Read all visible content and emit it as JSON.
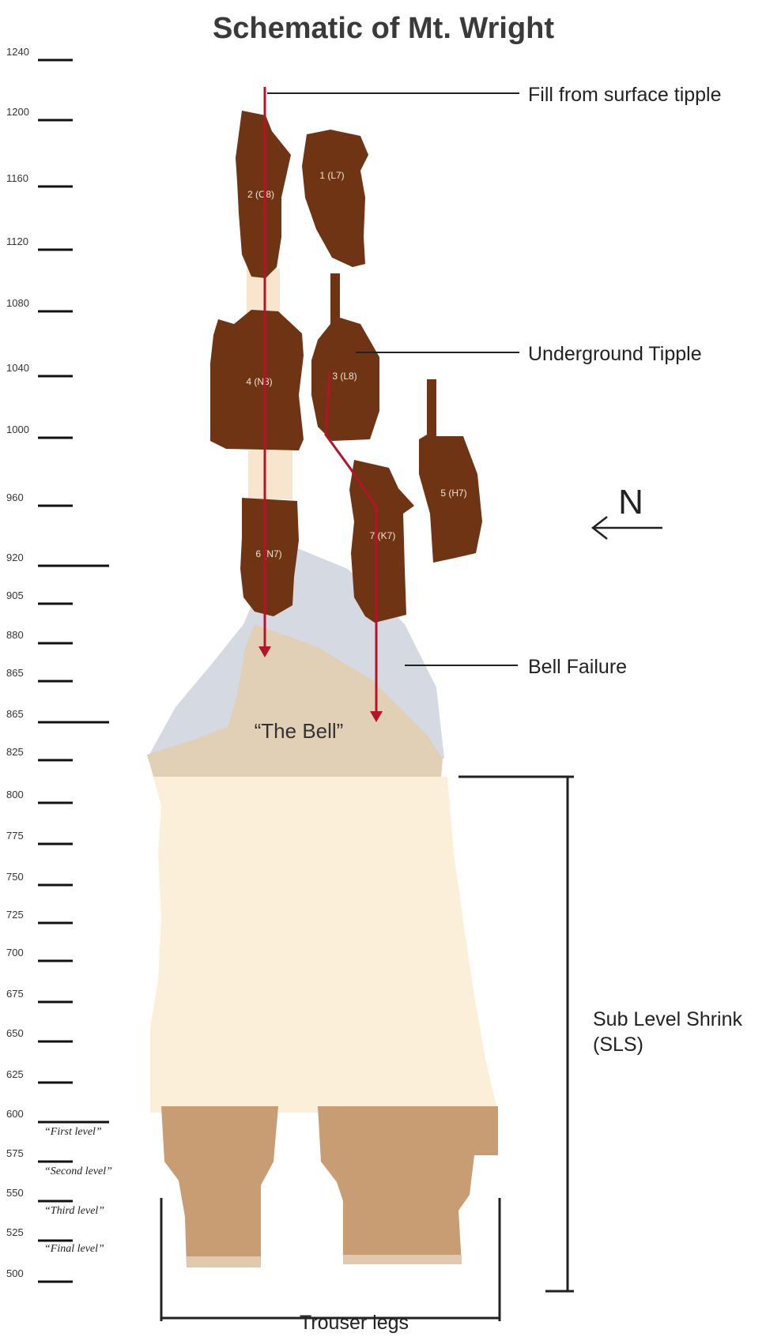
{
  "title": "Schematic of Mt. Wright",
  "elevation_labels": [
    "1240",
    "1200",
    "1160",
    "1120",
    "1080",
    "1040",
    "1000",
    "960",
    "920",
    "905",
    "880",
    "865",
    "865",
    "825",
    "800",
    "775",
    "750",
    "725",
    "700",
    "675",
    "650",
    "625",
    "600",
    "575",
    "550",
    "525",
    "500"
  ],
  "stopes": {
    "s1": "1 (L7)",
    "s2": "2 (O8)",
    "s3": "3 (L8)",
    "s4": "4 (N8)",
    "s5": "5 (H7)",
    "s6": "6 (N7)",
    "s7": "7 (K7)"
  },
  "callouts": {
    "fill": "Fill from surface tipple",
    "underground": "Underground Tipple",
    "bell_failure": "Bell Failure",
    "sls_line1": "Sub Level Shrink",
    "sls_line2": "(SLS)",
    "trouser": "Trouser legs"
  },
  "bell_label": "“The Bell”",
  "north": "N",
  "levels": [
    "“First level”",
    "“Second level”",
    "“Third level”",
    "“Final level”"
  ],
  "colors": {
    "stope": "#6e3414",
    "fill_route": "#b31528",
    "bell": "#e1d0b6",
    "bell_failure": "#d5d9e2",
    "sls": "#fcefd9",
    "trouser_legs": "#c89d74"
  }
}
